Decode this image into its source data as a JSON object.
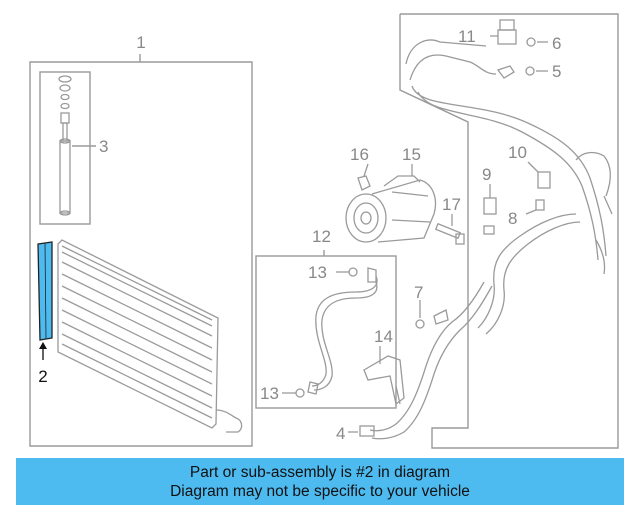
{
  "callouts": [
    "1",
    "2",
    "3",
    "4",
    "5",
    "6",
    "7",
    "8",
    "9",
    "10",
    "11",
    "12",
    "13",
    "13",
    "14",
    "15",
    "16",
    "17"
  ],
  "highlight_color": "#4dbaf0",
  "banner": {
    "line1": "Part or sub-assembly is #2 in diagram",
    "line2": "Diagram may not be specific to your vehicle"
  }
}
